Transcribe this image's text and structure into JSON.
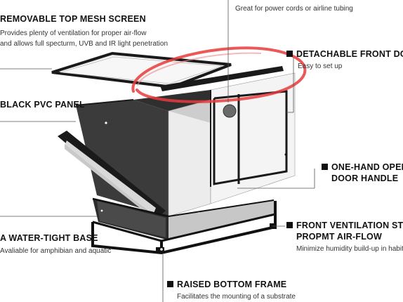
{
  "features": {
    "top_mesh": {
      "title": "REMOVABLE TOP MESH SCREEN",
      "desc1": "Provides plenty of ventilation for proper air-flow",
      "desc2": "and allows full specturm, UVB and IR light penetration"
    },
    "cord_slot": {
      "desc": "Great for power cords or airline tubing"
    },
    "front_door": {
      "title": "DETACHABLE FRONT DOOR",
      "desc": "Easy to set up"
    },
    "pvc_panel": {
      "title": "BLACK PVC PANEL"
    },
    "door_handle": {
      "title_line1": "ONE-HAND OPENING",
      "title_line2": "DOOR HANDLE"
    },
    "base": {
      "title": "A WATER-TIGHT BASE",
      "desc": "Avaliable for amphibian and aquatic"
    },
    "front_vent": {
      "title_line1": "FRONT VENTILATION STRIP",
      "title_line2": "PROPMT AIR-FLOW",
      "desc": "Minimize humidity build-up in habitat"
    },
    "bottom_frame": {
      "title": "RAISED BOTTOM FRAME",
      "desc": "Facilitates the mounting of a substrate"
    }
  },
  "colors": {
    "annotation_circle": "#e63b3b",
    "frame": "#1a1a1a",
    "panel": "#3a3a3a",
    "glass": "#e8e8e8"
  }
}
